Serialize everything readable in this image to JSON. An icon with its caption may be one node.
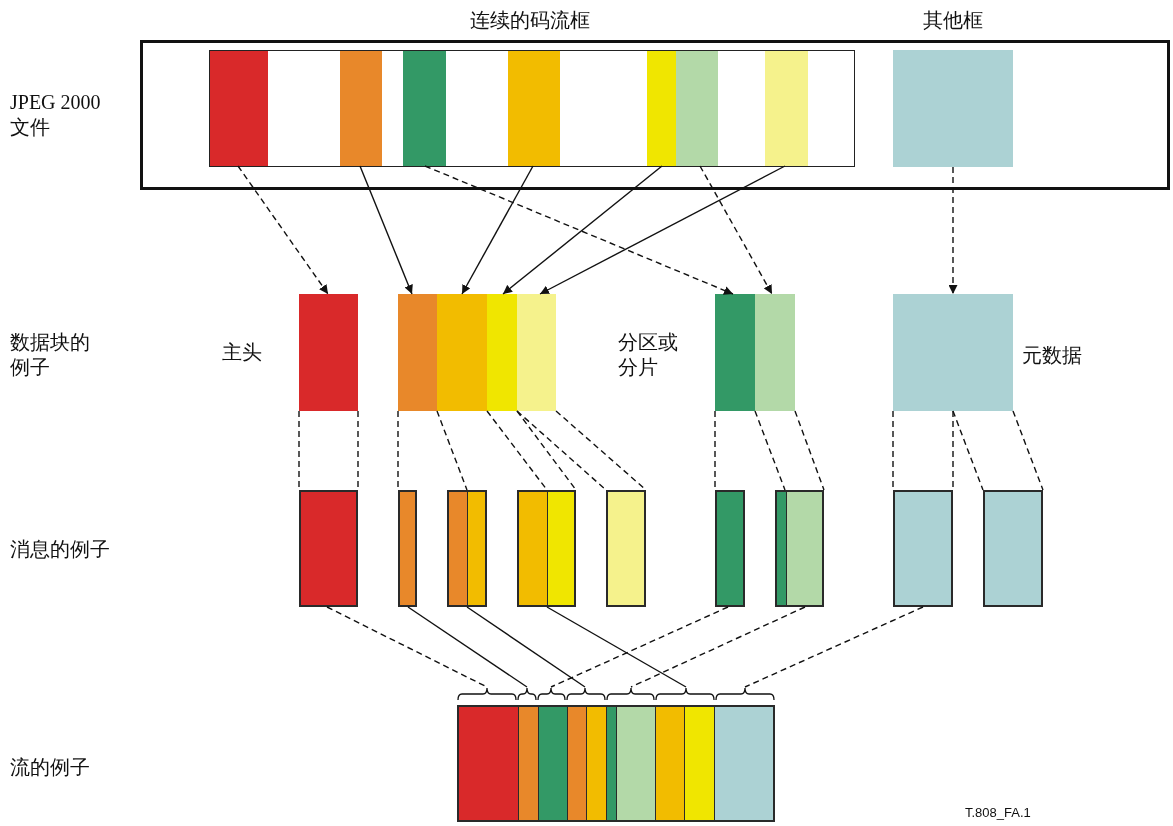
{
  "diagram": {
    "nodes": [
      {
        "text": [],
        "shape": "box"
      },
      {
        "text": [],
        "shape": "box",
        "in": 0,
        "beside": [
          "连续的码流框"
        ]
      },
      {
        "text": [],
        "shape": "bar",
        "in": 1
      },
      {
        "text": [],
        "shape": "bar",
        "in": 1
      },
      {
        "text": [],
        "shape": "bar",
        "in": 1
      },
      {
        "text": [],
        "shape": "bar",
        "in": 1
      },
      {
        "text": [],
        "shape": "bar",
        "in": 1
      },
      {
        "text": [],
        "shape": "bar",
        "in": 1
      },
      {
        "text": [],
        "shape": "bar",
        "in": 1
      },
      {
        "text": [],
        "shape": "bar",
        "in": 0,
        "beside": [
          "其他框"
        ]
      },
      {
        "text": [],
        "shape": "bar",
        "beside": [
          "主头"
        ]
      },
      {
        "text": [],
        "shape": "bar"
      },
      {
        "text": [],
        "shape": "bar"
      },
      {
        "text": [],
        "shape": "bar"
      },
      {
        "text": [],
        "shape": "bar"
      },
      {
        "text": [],
        "shape": "bar",
        "beside": [
          "分区或分片"
        ]
      },
      {
        "text": [],
        "shape": "bar"
      },
      {
        "text": [],
        "shape": "bar",
        "beside": [
          "元数据"
        ]
      },
      {
        "text": [],
        "shape": "box"
      },
      {
        "text": [],
        "shape": "box"
      },
      {
        "text": [],
        "shape": "box"
      },
      {
        "text": [],
        "shape": "box"
      },
      {
        "text": [],
        "shape": "box"
      },
      {
        "text": [],
        "shape": "box"
      },
      {
        "text": [],
        "shape": "box"
      },
      {
        "text": [],
        "shape": "box"
      },
      {
        "text": [],
        "shape": "box"
      },
      {
        "text": [],
        "shape": "box"
      }
    ],
    "edges": [
      {
        "from": 2,
        "to": 10,
        "arrow": "to",
        "style": "dashed"
      },
      {
        "from": 3,
        "to": 11,
        "arrow": "to"
      },
      {
        "from": 5,
        "to": 12,
        "arrow": "to"
      },
      {
        "from": 6,
        "to": 13,
        "arrow": "to"
      },
      {
        "from": 8,
        "to": 14,
        "arrow": "to"
      },
      {
        "from": 4,
        "to": 15,
        "arrow": "to",
        "style": "dashed"
      },
      {
        "from": 7,
        "to": 16,
        "arrow": "to",
        "style": "dashed"
      },
      {
        "from": 9,
        "to": 17,
        "arrow": "to",
        "style": "dashed"
      },
      {
        "from": 10,
        "to": 18,
        "arrow": "none",
        "style": "dashed"
      },
      {
        "from": 10,
        "to": 18,
        "arrow": "none",
        "style": "dashed"
      },
      {
        "from": 11,
        "to": 19,
        "arrow": "none",
        "style": "dashed"
      },
      {
        "from": 11,
        "to": 20,
        "arrow": "none",
        "style": "dashed"
      },
      {
        "from": 12,
        "to": 21,
        "arrow": "none",
        "style": "dashed"
      },
      {
        "from": 13,
        "to": 21,
        "arrow": "none",
        "style": "dashed"
      },
      {
        "from": 14,
        "to": 22,
        "arrow": "none",
        "style": "dashed"
      },
      {
        "from": 14,
        "to": 22,
        "arrow": "none",
        "style": "dashed"
      },
      {
        "from": 15,
        "to": 23,
        "arrow": "none",
        "style": "dashed"
      },
      {
        "from": 15,
        "to": 24,
        "arrow": "none",
        "style": "dashed"
      },
      {
        "from": 16,
        "to": 24,
        "arrow": "none",
        "style": "dashed"
      },
      {
        "from": 17,
        "to": 25,
        "arrow": "none",
        "style": "dashed"
      },
      {
        "from": 17,
        "to": 25,
        "arrow": "none",
        "style": "dashed"
      },
      {
        "from": 17,
        "to": 26,
        "arrow": "none",
        "style": "dashed"
      },
      {
        "from": 17,
        "to": 26,
        "arrow": "none",
        "style": "dashed"
      },
      {
        "from": 18,
        "to": 27,
        "arrow": "none",
        "style": "dashed"
      },
      {
        "from": 19,
        "to": 27,
        "arrow": "none"
      },
      {
        "from": 20,
        "to": 27,
        "arrow": "none"
      },
      {
        "from": 21,
        "to": 27,
        "arrow": "none"
      },
      {
        "from": 23,
        "to": 27,
        "arrow": "none",
        "style": "dashed"
      },
      {
        "from": 24,
        "to": 27,
        "arrow": "none",
        "style": "dashed"
      },
      {
        "from": 25,
        "to": 27,
        "arrow": "none",
        "style": "dashed"
      }
    ],
    "labels": [
      "JPEG 2000 文件",
      "数据块的例子",
      "消息的例子",
      "流的例子",
      "T.808_FA.1"
    ]
  }
}
